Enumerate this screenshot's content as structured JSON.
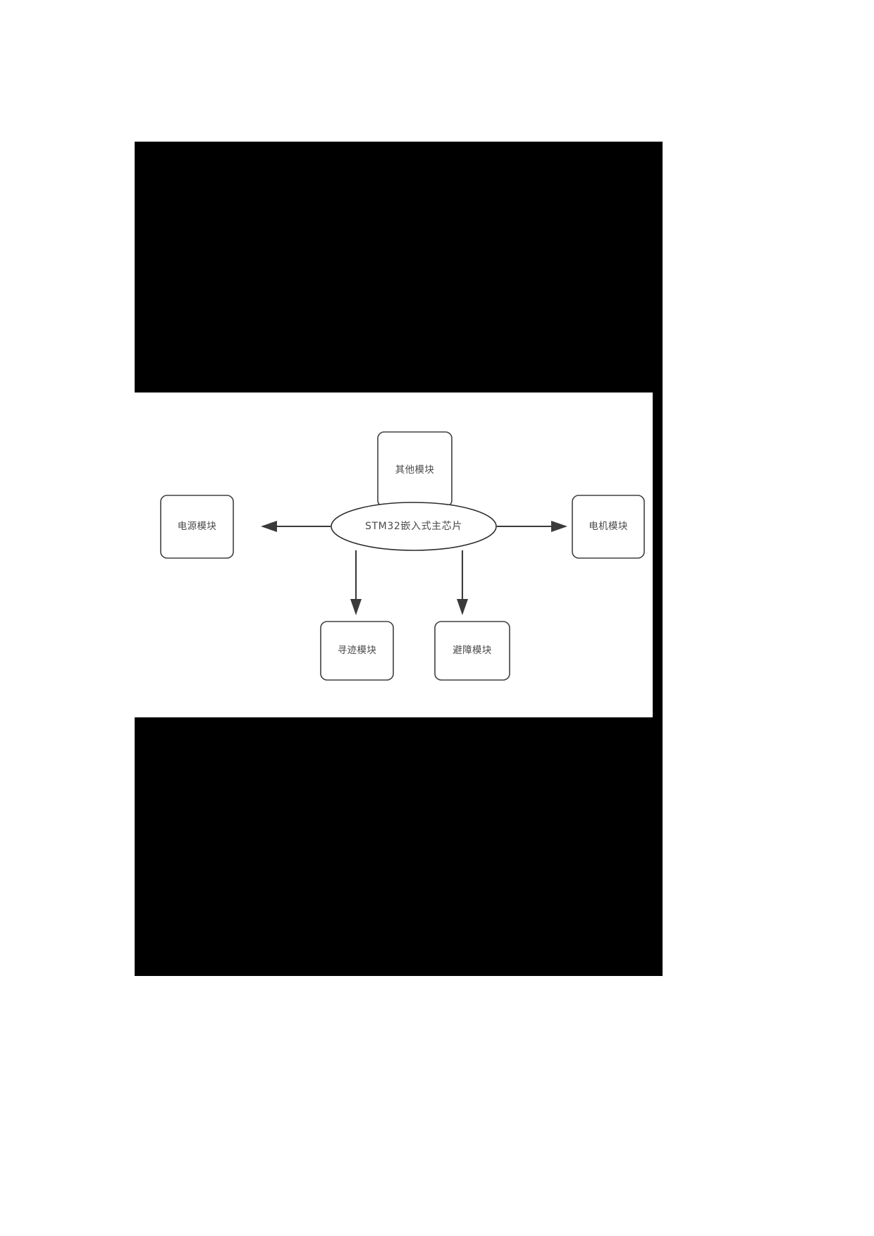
{
  "page": {
    "background_color": "#ffffff",
    "black_region_color": "#000000",
    "panel_background_color": "#ffffff"
  },
  "diagram": {
    "type": "block-diagram",
    "center_node": {
      "id": "stm32-core",
      "shape": "ellipse",
      "label": "STM32嵌入式主芯片"
    },
    "nodes": [
      {
        "id": "other-module",
        "shape": "rounded-rect",
        "label": "其他模块",
        "position": "top"
      },
      {
        "id": "power-module",
        "shape": "rounded-rect",
        "label": "电源模块",
        "position": "left"
      },
      {
        "id": "motor-module",
        "shape": "rounded-rect",
        "label": "电机模块",
        "position": "right"
      },
      {
        "id": "tracking-module",
        "shape": "rounded-rect",
        "label": "寻迹模块",
        "position": "bottom-left"
      },
      {
        "id": "obstacle-module",
        "shape": "rounded-rect",
        "label": "避障模块",
        "position": "bottom-right"
      }
    ],
    "edges": [
      {
        "from": "stm32-core",
        "to": "other-module",
        "direction": "up",
        "arrow": "single"
      },
      {
        "from": "stm32-core",
        "to": "power-module",
        "direction": "left",
        "arrow": "single"
      },
      {
        "from": "stm32-core",
        "to": "motor-module",
        "direction": "right",
        "arrow": "single"
      },
      {
        "from": "stm32-core",
        "to": "tracking-module",
        "direction": "down-left",
        "arrow": "single"
      },
      {
        "from": "stm32-core",
        "to": "obstacle-module",
        "direction": "down-right",
        "arrow": "single"
      }
    ],
    "colors": {
      "stroke": "#3a3a3a",
      "box_stroke": "#404040",
      "text": "#4a4a4a",
      "fill": "#ffffff"
    }
  }
}
